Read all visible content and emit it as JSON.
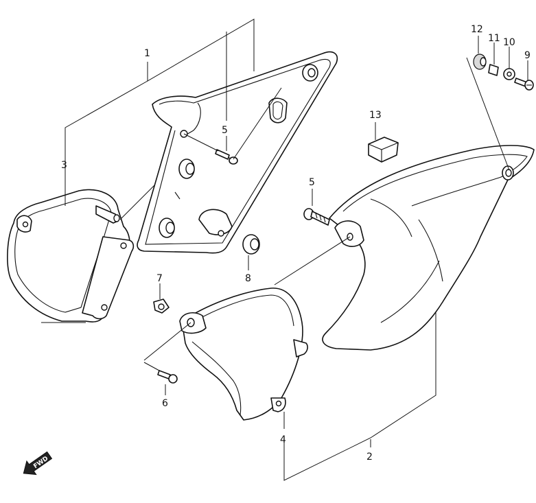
{
  "callouts": {
    "p1": "1",
    "p2": "2",
    "p3": "3",
    "p4": "4",
    "p5a": "5",
    "p5b": "5",
    "p6": "6",
    "p7": "7",
    "p8": "8",
    "p9": "9",
    "p10": "10",
    "p11": "11",
    "p12": "12",
    "p13": "13"
  },
  "fwd_label": "FWD",
  "icon": "forward-direction-arrow-icon"
}
